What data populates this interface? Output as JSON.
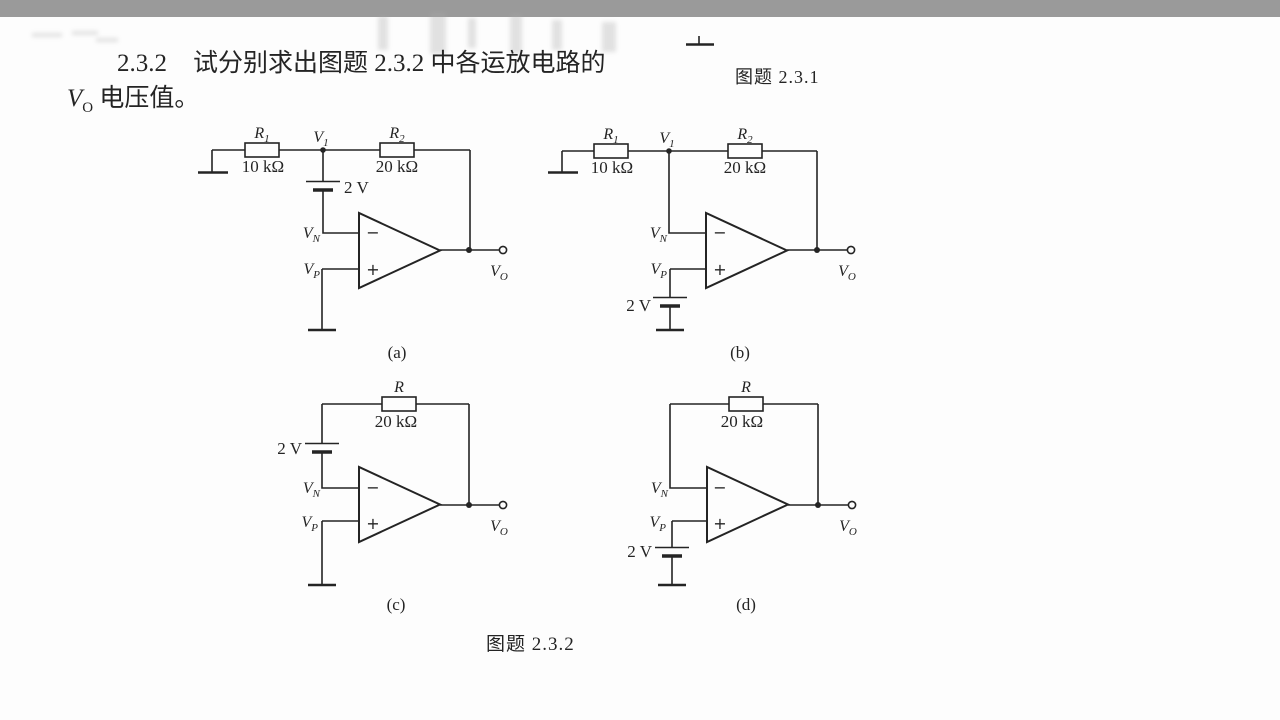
{
  "problem": {
    "number": "2.3.2",
    "statement": "试分别求出图题 2.3.2 中各运放电路的",
    "output_var": "V",
    "output_var_sub": "O",
    "statement_end": "电压值。"
  },
  "figures": {
    "fig231_caption": "图题 2.3.1",
    "fig232_caption": "图题 2.3.2"
  },
  "opamp": {
    "minus": "−",
    "plus": "+"
  },
  "circuits": {
    "a": {
      "label": "(a)",
      "r1_sym": "R",
      "r1_sub": "1",
      "r1_val": "10 kΩ",
      "r2_sym": "R",
      "r2_sub": "2",
      "r2_val": "20 kΩ",
      "v1_sym": "V",
      "v1_sub": "1",
      "battery": "2 V",
      "vn_sym": "V",
      "vn_sub": "N",
      "vp_sym": "V",
      "vp_sub": "P",
      "vo_sym": "V",
      "vo_sub": "O"
    },
    "b": {
      "label": "(b)",
      "r1_sym": "R",
      "r1_sub": "1",
      "r1_val": "10 kΩ",
      "r2_sym": "R",
      "r2_sub": "2",
      "r2_val": "20 kΩ",
      "v1_sym": "V",
      "v1_sub": "1",
      "battery": "2 V",
      "vn_sym": "V",
      "vn_sub": "N",
      "vp_sym": "V",
      "vp_sub": "P",
      "vo_sym": "V",
      "vo_sub": "O"
    },
    "c": {
      "label": "(c)",
      "r_sym": "R",
      "r_val": "20 kΩ",
      "battery": "2 V",
      "vn_sym": "V",
      "vn_sub": "N",
      "vp_sym": "V",
      "vp_sub": "P",
      "vo_sym": "V",
      "vo_sub": "O"
    },
    "d": {
      "label": "(d)",
      "r_sym": "R",
      "r_val": "20 kΩ",
      "battery": "2 V",
      "vn_sym": "V",
      "vn_sub": "N",
      "vp_sym": "V",
      "vp_sub": "P",
      "vo_sym": "V",
      "vo_sub": "O"
    }
  }
}
